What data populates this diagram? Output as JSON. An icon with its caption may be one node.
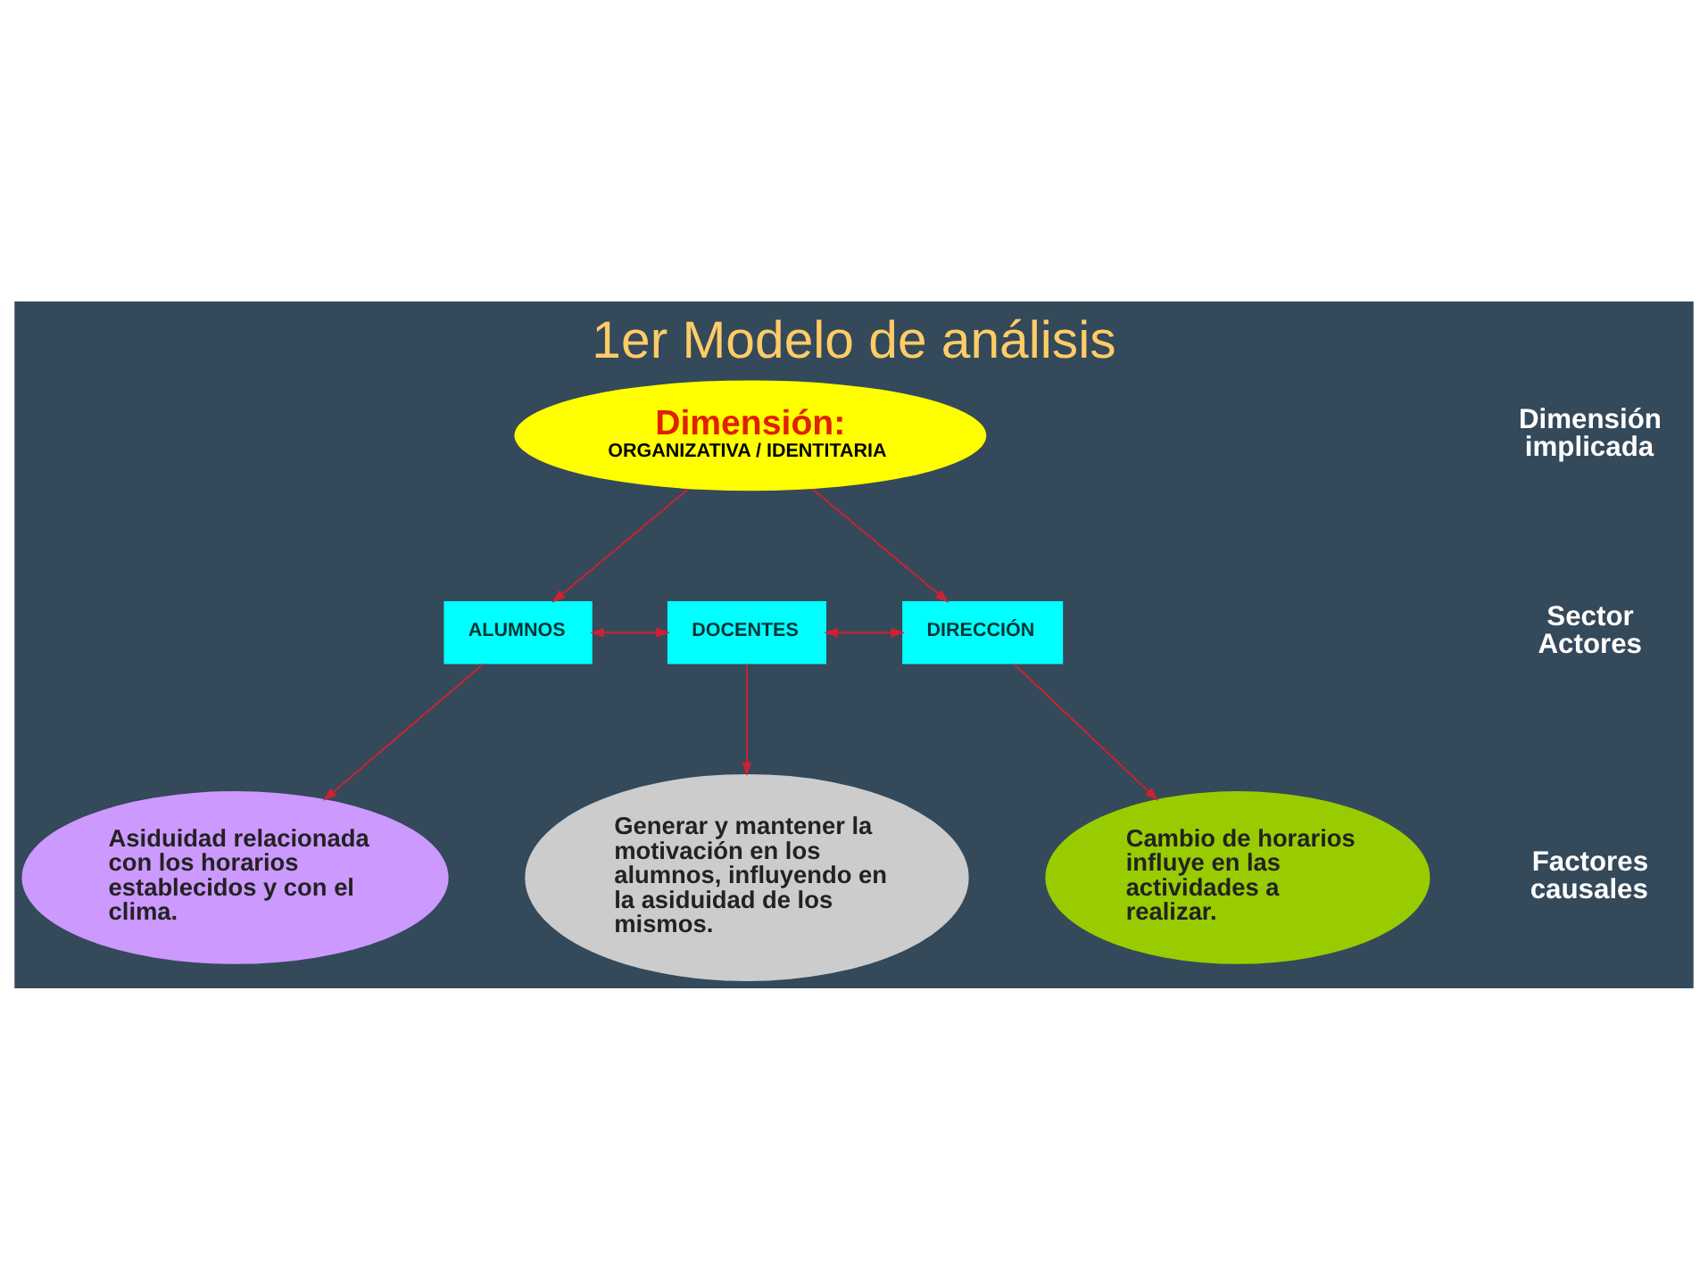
{
  "diagram": {
    "title": "1er Modelo de análisis",
    "nodes": [
      {
        "text": [
          "Dimensión:",
          "ORGANIZATIVA / IDENTITARIA"
        ]
      },
      {
        "text": [
          "ALUMNOS"
        ]
      },
      {
        "text": [
          "DOCENTES"
        ]
      },
      {
        "text": [
          "DIRECCIÓN"
        ]
      },
      {
        "text": [
          "Asiduidad relacionada con los horarios establecidos y con el clima."
        ]
      },
      {
        "text": [
          "Generar y mantener la motivación en los alumnos, influyendo en la asiduidad de los mismos."
        ]
      },
      {
        "text": [
          "Cambio de horarios influye en las actividades a realizar."
        ]
      }
    ],
    "edges": [
      {
        "from": 0,
        "to": 1,
        "arrow": "to"
      },
      {
        "from": 0,
        "to": 3,
        "arrow": "to"
      },
      {
        "from": 1,
        "to": 2,
        "arrow": "both"
      },
      {
        "from": 2,
        "to": 3,
        "arrow": "both"
      },
      {
        "from": 1,
        "to": 4,
        "arrow": "to"
      },
      {
        "from": 2,
        "to": 5,
        "arrow": "to"
      },
      {
        "from": 3,
        "to": 6,
        "arrow": "to"
      }
    ],
    "labels": [
      "Dimensión implicada",
      "Sector Actores",
      "Factores causales"
    ]
  }
}
